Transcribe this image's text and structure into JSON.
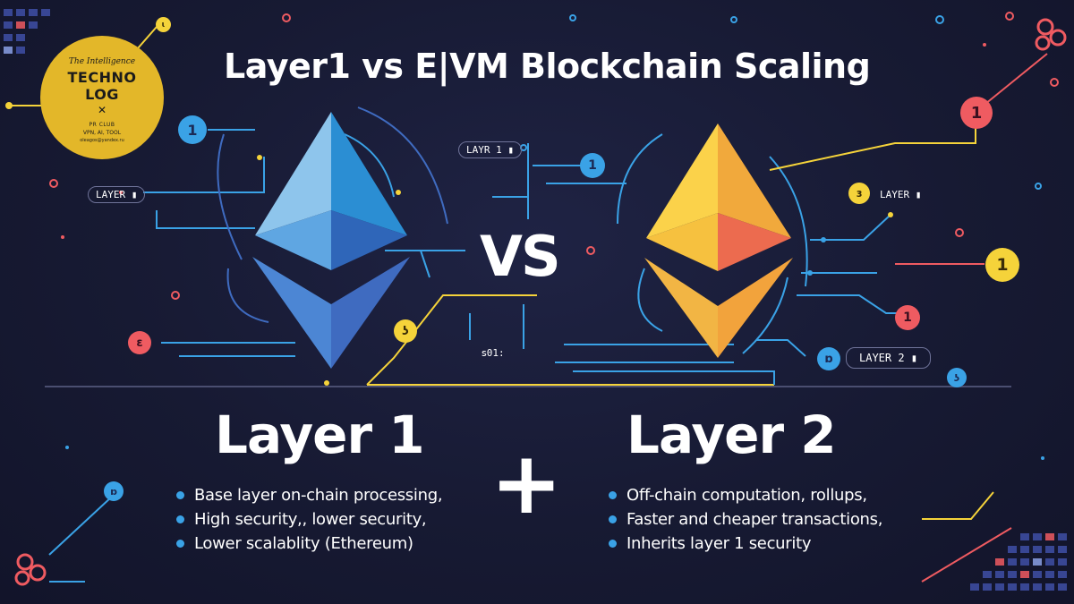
{
  "title": "Layer1 vs E|VM Blockchain Scaling",
  "vs_label": "VS",
  "plus_label": "+",
  "logo": {
    "tagline": "The Intelligence",
    "name_line1": "TECHNO",
    "name_line2": "LOG",
    "symbol": "✕",
    "club": "PR CLUB",
    "topics": "VPN, AI, TOOL",
    "email": "oleagos@yandex.ru"
  },
  "left": {
    "heading": "Layer 1",
    "bullets": [
      "Base layer on-chain processing,",
      "High security,,   lower security,",
      "Lower scalablity (Ethereum)"
    ]
  },
  "right": {
    "heading": "Layer 2",
    "bullets": [
      "Off-chain computation, rollups,",
      "Faster and cheaper transactions,",
      "Inherits layer 1 security"
    ]
  },
  "tags": {
    "left_layer": "LAYER ▮",
    "top_mid": "LAYR 1 ▮",
    "bottom_mid": "ꜱ01:",
    "right_layer": "LAYER ▮",
    "right_layer2": "LAYER 2 ▮"
  },
  "badges": {
    "b_left_top": "1",
    "b_left_bottom": "ɛ",
    "b_left_small": "ɩ",
    "b_left_low": "ʖ",
    "b_mid_top": "1",
    "b_right_top": "1",
    "b_right_mid": "1",
    "b_right_small": "1",
    "b_right_yellow": "ɜ",
    "b_right_low": "ɒ",
    "b_right_bottom": "ʖ"
  },
  "colors": {
    "background": "#171a33",
    "eth_left_light": "#8ec5ec",
    "eth_left_mid": "#2b8ed3",
    "eth_left_dark": "#3f6bc0",
    "eth_right_light": "#fbd24a",
    "eth_right_mid": "#f1a93c",
    "eth_right_dark": "#ec6b4f",
    "accent_blue": "#3aa2e6",
    "accent_yellow": "#f5d33a",
    "accent_red": "#ef5b61"
  }
}
